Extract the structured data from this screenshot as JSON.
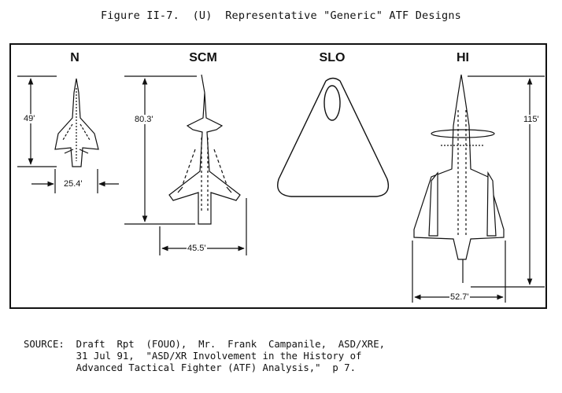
{
  "figure": {
    "title": "Figure II-7.  (U)  Representative \"Generic\" ATF Designs"
  },
  "designs": [
    {
      "label": "N",
      "length": "49'",
      "span": "25.4'"
    },
    {
      "label": "SCM",
      "length": "80.3'",
      "span": "45.5'"
    },
    {
      "label": "SLO",
      "length": "",
      "span": ""
    },
    {
      "label": "HI",
      "length": "115'",
      "span": "52.7'"
    }
  ],
  "source": {
    "line1": "SOURCE:  Draft  Rpt  (FOUO),  Mr.  Frank  Campanile,  ASD/XRE,",
    "line2": "         31 Jul 91,  \"ASD/XR Involvement in the History of",
    "line3": "         Advanced Tactical Fighter (ATF) Analysis,\"  p 7."
  }
}
